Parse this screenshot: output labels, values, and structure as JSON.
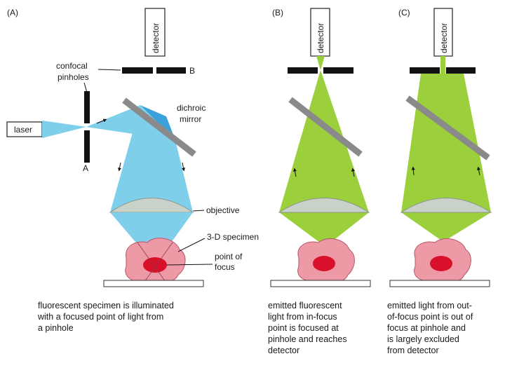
{
  "panels": {
    "a": "(A)",
    "b": "(B)",
    "c": "(C)"
  },
  "labels": {
    "detector": "detector",
    "confocal_line1": "confocal",
    "confocal_line2": "pinholes",
    "pinhole_b": "B",
    "pinhole_a": "A",
    "laser": "laser",
    "dichroic_line1": "dichroic",
    "dichroic_line2": "mirror",
    "objective": "objective",
    "specimen": "3-D specimen",
    "focus_line1": "point of",
    "focus_line2": "focus"
  },
  "captions": {
    "a": [
      "fluorescent specimen is illuminated",
      "with a focused point of light from",
      "a pinhole"
    ],
    "b": [
      "emitted fluorescent",
      "light from in-focus",
      "point is focused at",
      "pinhole and reaches",
      "detector"
    ],
    "c": [
      "emitted light from out-",
      "of-focus point is out of",
      "focus at pinhole and",
      "is largely excluded",
      "from detector"
    ]
  },
  "colors": {
    "excitation_light": "#7fcfea",
    "emitted_light": "#9bcf3c",
    "pinhole_bar": "#111111",
    "mirror": "#8a8a8a",
    "objective_lens": "#c9d2c9",
    "specimen": "#ee9aa6",
    "focus_point": "#d8102a"
  }
}
